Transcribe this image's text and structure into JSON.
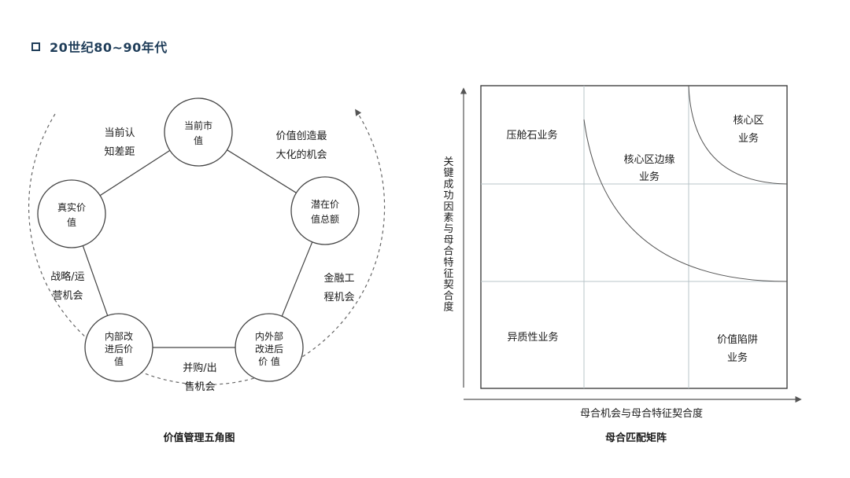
{
  "header": {
    "title": "20世纪80~90年代"
  },
  "pentagon": {
    "caption": "价值管理五角图",
    "nodes": [
      {
        "lines": [
          "当前市",
          "值"
        ]
      },
      {
        "lines": [
          "潜在价",
          "值总额"
        ]
      },
      {
        "lines": [
          "内外部",
          "改进后",
          "价 值"
        ]
      },
      {
        "lines": [
          "内部改",
          "进后价",
          "值"
        ]
      },
      {
        "lines": [
          "真实价",
          "值"
        ]
      }
    ],
    "edge_labels": [
      {
        "lines": [
          "价值创造最",
          "大化的机会"
        ]
      },
      {
        "lines": [
          "金融工",
          "程机会"
        ]
      },
      {
        "lines": [
          "并购/出",
          "售机会"
        ]
      },
      {
        "lines": [
          "战略/运",
          "营机会"
        ]
      },
      {
        "lines": [
          "当前认",
          "知差距"
        ]
      }
    ]
  },
  "matrix": {
    "caption": "母合匹配矩阵",
    "x_axis_label": "母合机会与母合特征契合度",
    "y_axis_label": "关键成功因素与母合特征契合度",
    "cells": [
      {
        "lines": [
          "压舱石业务"
        ]
      },
      {
        "lines": [
          "核心区边缘",
          "业务"
        ]
      },
      {
        "lines": [
          "核心区",
          "业务"
        ]
      },
      {
        "lines": [
          "异质性业务"
        ]
      },
      {
        "lines": [
          "价值陷阱",
          "业务"
        ]
      }
    ]
  }
}
